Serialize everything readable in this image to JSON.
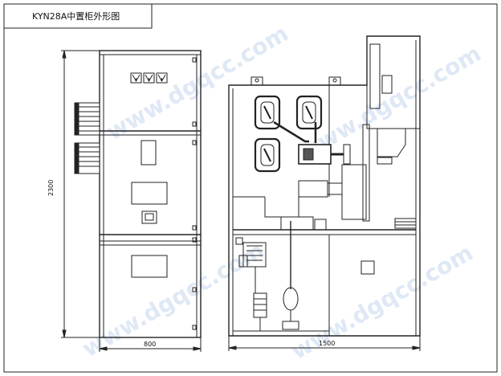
{
  "title": "KYN28A中置柜外形图",
  "dimensions": {
    "height": "2300",
    "front_width": "800",
    "side_depth": "1500"
  },
  "watermark": "www.dgqcc.com",
  "colors": {
    "line": "#222222",
    "thick": "#111111",
    "accent": "#9a9a9a",
    "watermark": "#dfe8f5"
  }
}
